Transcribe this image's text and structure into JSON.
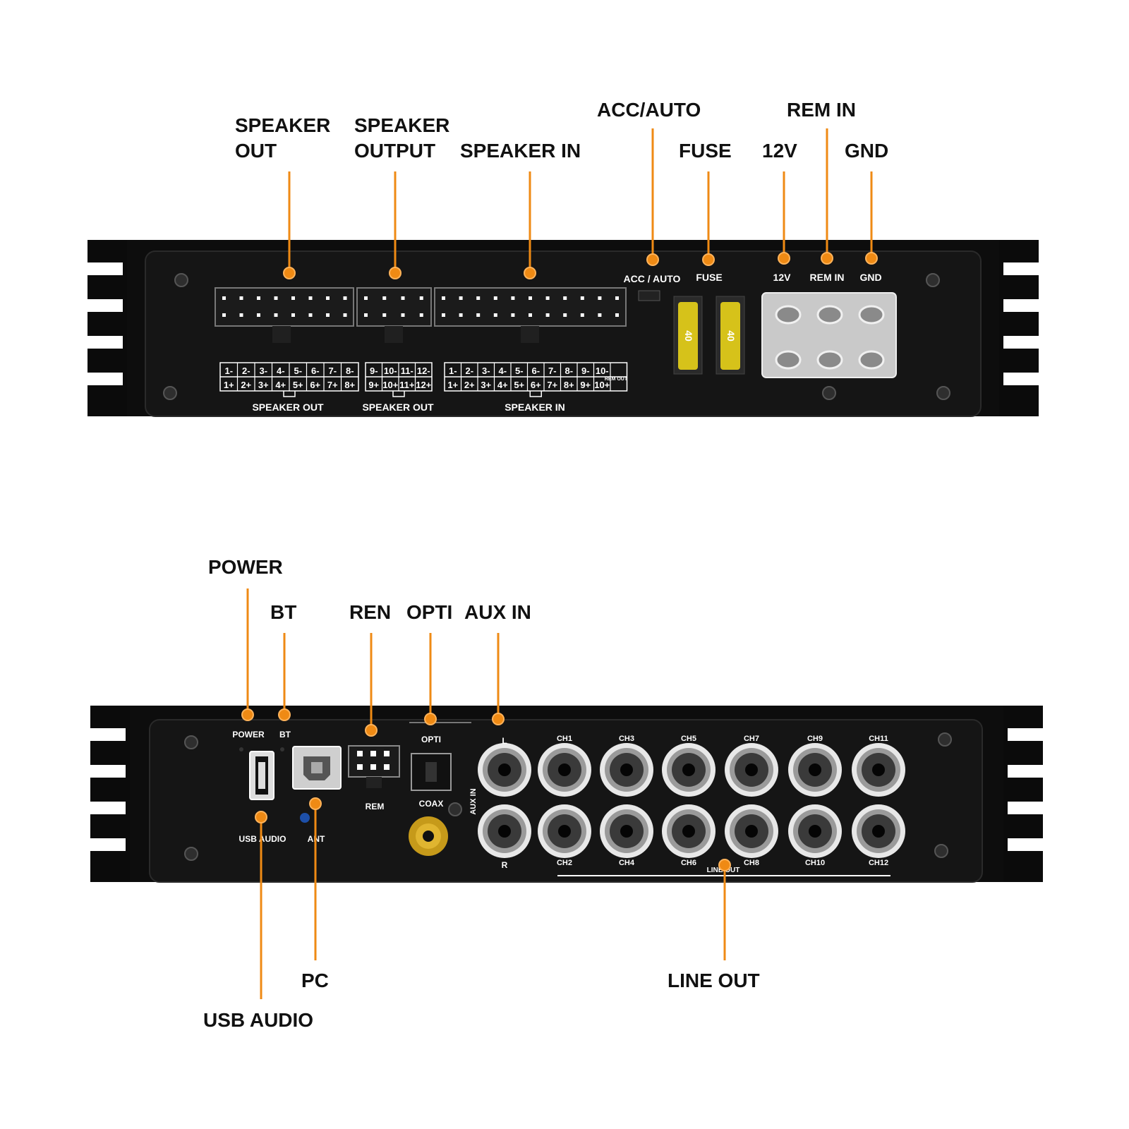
{
  "colors": {
    "accent": "#ef8a14",
    "body": "#0b0b0b",
    "panel": "#141414",
    "silk": "#ffffff"
  },
  "top_panel": {
    "callouts": {
      "speaker_out": "SPEAKER\nOUT",
      "speaker_output": "SPEAKER\nOUTPUT",
      "speaker_in": "SPEAKER IN",
      "acc_auto": "ACC/AUTO",
      "fuse": "FUSE",
      "v12": "12V",
      "rem_in": "REM IN",
      "gnd": "GND"
    },
    "silk": {
      "acc_auto": "ACC / AUTO",
      "fuse": "FUSE",
      "v12": "12V",
      "rem_in": "REM IN",
      "gnd": "GND",
      "speaker_out_1": "SPEAKER OUT",
      "speaker_out_2": "SPEAKER OUT",
      "speaker_in": "SPEAKER IN",
      "rem_out": "REM OUT"
    },
    "pin_grid_1": {
      "top": [
        "1-",
        "2-",
        "3-",
        "4-",
        "5-",
        "6-",
        "7-",
        "8-"
      ],
      "bottom": [
        "1+",
        "2+",
        "3+",
        "4+",
        "5+",
        "6+",
        "7+",
        "8+"
      ]
    },
    "pin_grid_2": {
      "top": [
        "9-",
        "10-",
        "11-",
        "12-"
      ],
      "bottom": [
        "9+",
        "10+",
        "11+",
        "12+"
      ]
    },
    "pin_grid_3": {
      "top": [
        "1-",
        "2-",
        "3-",
        "4-",
        "5-",
        "6-",
        "7-",
        "8-",
        "9-",
        "10-"
      ],
      "bottom": [
        "1+",
        "2+",
        "3+",
        "4+",
        "5+",
        "6+",
        "7+",
        "8+",
        "9+",
        "10+"
      ]
    },
    "fuse_rating": "40"
  },
  "bottom_panel": {
    "callouts": {
      "power": "POWER",
      "bt": "BT",
      "ren": "REN",
      "opti": "OPTI",
      "aux_in": "AUX IN",
      "pc": "PC",
      "usb_audio": "USB AUDIO",
      "line_out": "LINE OUT"
    },
    "silk": {
      "power": "POWER",
      "bt": "BT",
      "opti": "OPTI",
      "rem": "REM",
      "coax": "COAX",
      "usb_audio": "USB AUDIO",
      "ant": "ANT",
      "aux_in": "AUX IN",
      "l": "L",
      "r": "R",
      "line_out": "LINE OUT"
    },
    "channels_top": [
      "CH1",
      "CH3",
      "CH5",
      "CH7",
      "CH9",
      "CH11"
    ],
    "channels_bottom": [
      "CH2",
      "CH4",
      "CH6",
      "CH8",
      "CH10",
      "CH12"
    ]
  }
}
